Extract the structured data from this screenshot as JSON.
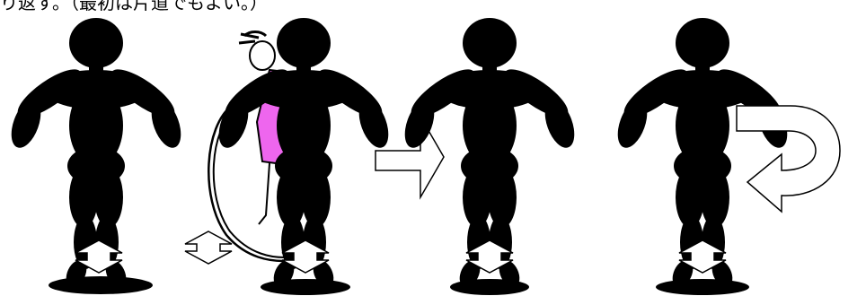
{
  "caption": "り返す。（最初は片道でもよい。）",
  "colors": {
    "figure": "#000000",
    "arrow_fill": "#ffffff",
    "arrow_stroke": "#000000",
    "dress": "#ee66ee",
    "collar": "#66e0e6"
  },
  "panels": [
    {
      "figure": "jumper",
      "element": "vertical-jump-arrow"
    },
    {
      "figure": "jumper-with-jump-rope-girl",
      "element": "vertical-jump-arrow"
    },
    {
      "figure": "jumper",
      "element": "vertical-jump-arrow"
    },
    {
      "figure": "jumper",
      "element": "vertical-jump-arrow"
    }
  ],
  "between_panels": [
    "right-arrow",
    "u-turn-arrow"
  ]
}
